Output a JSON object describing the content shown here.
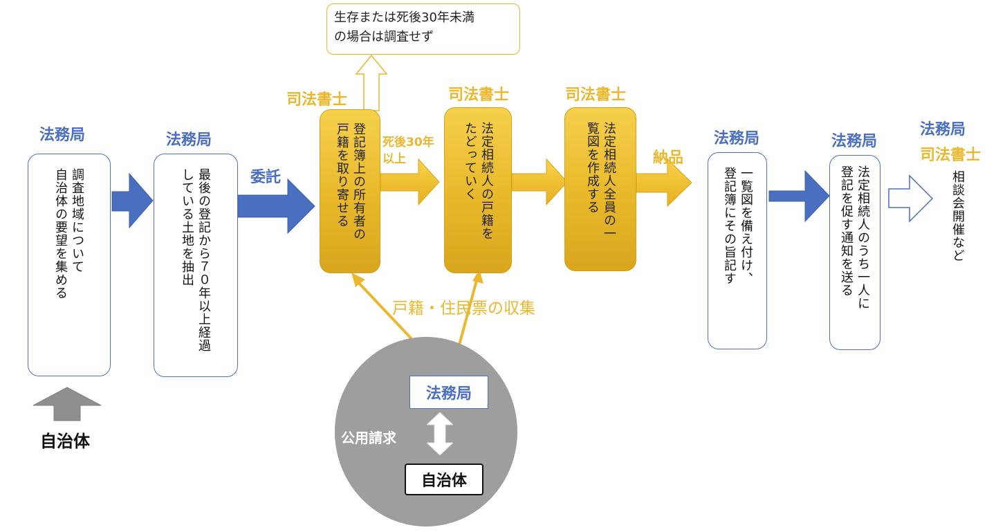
{
  "steps": [
    {
      "agency": "法務局",
      "text": "調査地域について\n自治体の要望を集める"
    },
    {
      "agency": "法務局",
      "text": "最後の登記から７０年以上経過\nしている土地を抽出"
    },
    {
      "agency": "司法書士",
      "text": "登記簿上の所有者の\n戸籍を取り寄せる"
    },
    {
      "agency": "司法書士",
      "text": "法定相続人の戸籍を\nたどっていく"
    },
    {
      "agency": "司法書士",
      "text": "法定相続人全員の一\n覧図を作成する"
    },
    {
      "agency": "法務局",
      "text": "一覧図を備え付け、\n登記簿にその旨記す"
    },
    {
      "agency": "法務局",
      "text": "法定相続人のうち一人に\n登記を促す通知を送る"
    }
  ],
  "final": {
    "agency_1": "法務局",
    "agency_2": "司法書士",
    "text": "相談会開催など"
  },
  "arrow_labels": {
    "entrust": "委託",
    "over_30_line1": "死後30年",
    "over_30_line2": "以上",
    "delivery": "納品"
  },
  "note": {
    "line1": "生存または死後30年未満",
    "line2": "の場合は調査せず"
  },
  "bottom_input": {
    "label": "自治体"
  },
  "collection_label": "戸籍・住民票の収集",
  "circle": {
    "top_box": "法務局",
    "request": "公用請求",
    "bottom_box": "自治体"
  },
  "colors": {
    "blue": "#4a6ec0",
    "gold": "#eab72d",
    "gray": "#9e9e9e"
  }
}
